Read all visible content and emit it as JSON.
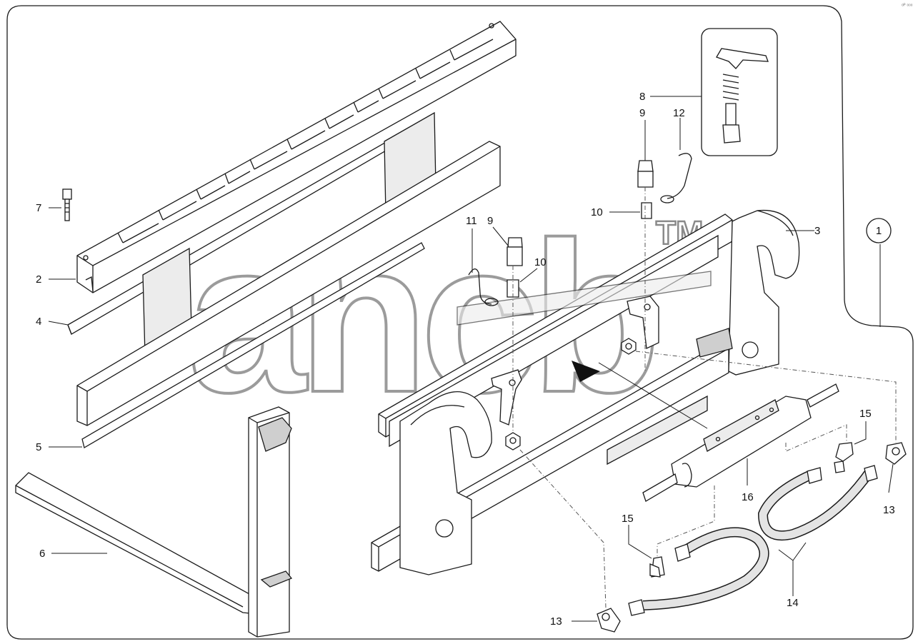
{
  "callouts": [
    {
      "id": "c1",
      "label": "1"
    },
    {
      "id": "c2",
      "label": "2"
    },
    {
      "id": "c3",
      "label": "3"
    },
    {
      "id": "c4",
      "label": "4"
    },
    {
      "id": "c5",
      "label": "5"
    },
    {
      "id": "c6",
      "label": "6"
    },
    {
      "id": "c7",
      "label": "7"
    },
    {
      "id": "c8",
      "label": "8"
    },
    {
      "id": "c9a",
      "label": "9"
    },
    {
      "id": "c9b",
      "label": "9"
    },
    {
      "id": "c10a",
      "label": "10"
    },
    {
      "id": "c10b",
      "label": "10"
    },
    {
      "id": "c11",
      "label": "11"
    },
    {
      "id": "c12",
      "label": "12"
    },
    {
      "id": "c13a",
      "label": "13"
    },
    {
      "id": "c13b",
      "label": "13"
    },
    {
      "id": "c14",
      "label": "14"
    },
    {
      "id": "c15a",
      "label": "15"
    },
    {
      "id": "c15b",
      "label": "15"
    },
    {
      "id": "c16",
      "label": "16"
    }
  ],
  "watermark": {
    "text": "ancb",
    "trademark": "TM"
  },
  "corner_mark": "ᵒᴾ ᵒᵒᵒ"
}
